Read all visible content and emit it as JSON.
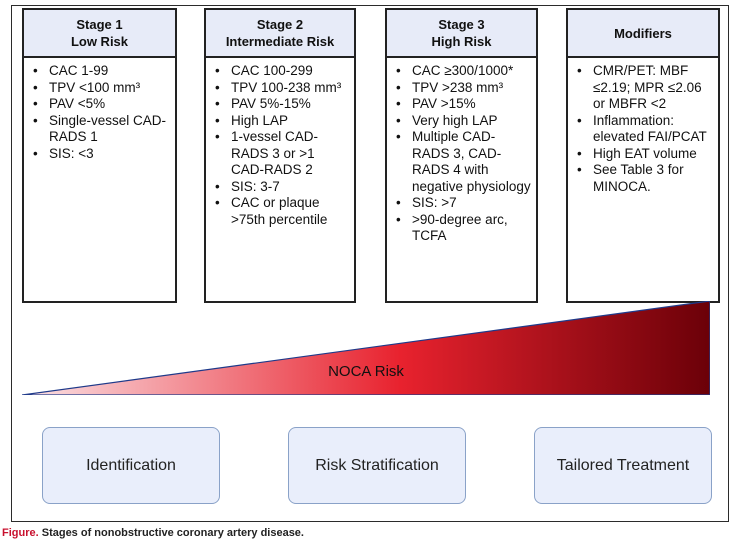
{
  "stages": [
    {
      "title": "Stage 1",
      "subtitle": "Low Risk",
      "items": [
        "CAC 1-99",
        "TPV <100 mm³",
        "PAV <5%",
        "Single-vessel CAD-RADS 1",
        "SIS: <3"
      ]
    },
    {
      "title": "Stage 2",
      "subtitle": "Intermediate Risk",
      "items": [
        "CAC 100-299",
        "TPV 100-238 mm³",
        "PAV 5%-15%",
        "High LAP",
        "1-vessel CAD-RADS 3 or >1 CAD-RADS 2",
        "SIS: 3-7",
        "CAC or plaque >75th percentile"
      ]
    },
    {
      "title": "Stage 3",
      "subtitle": "High Risk",
      "items": [
        "CAC ≥300/1000*",
        "TPV >238 mm³",
        "PAV >15%",
        "Very high LAP",
        "Multiple CAD-RADS 3, CAD-RADS 4 with negative physiology",
        "SIS: >7",
        ">90-degree arc, TCFA"
      ]
    },
    {
      "title": "Modifiers",
      "subtitle": "",
      "items": [
        "CMR/PET: MBF ≤2.19; MPR ≤2.06 or MBFR <2",
        "Inflammation: elevated FAI/PCAT",
        "High EAT volume",
        "See Table 3 for MINOCA."
      ]
    }
  ],
  "risk_label": "NOCA Risk",
  "gradient_colors": [
    "#fbe3e6",
    "#e8222e",
    "#6b0008"
  ],
  "outcomes": [
    "Identification",
    "Risk Stratification",
    "Tailored Treatment"
  ],
  "caption": {
    "tag": "Figure.",
    "text": " Stages of nonobstructive coronary artery disease."
  }
}
